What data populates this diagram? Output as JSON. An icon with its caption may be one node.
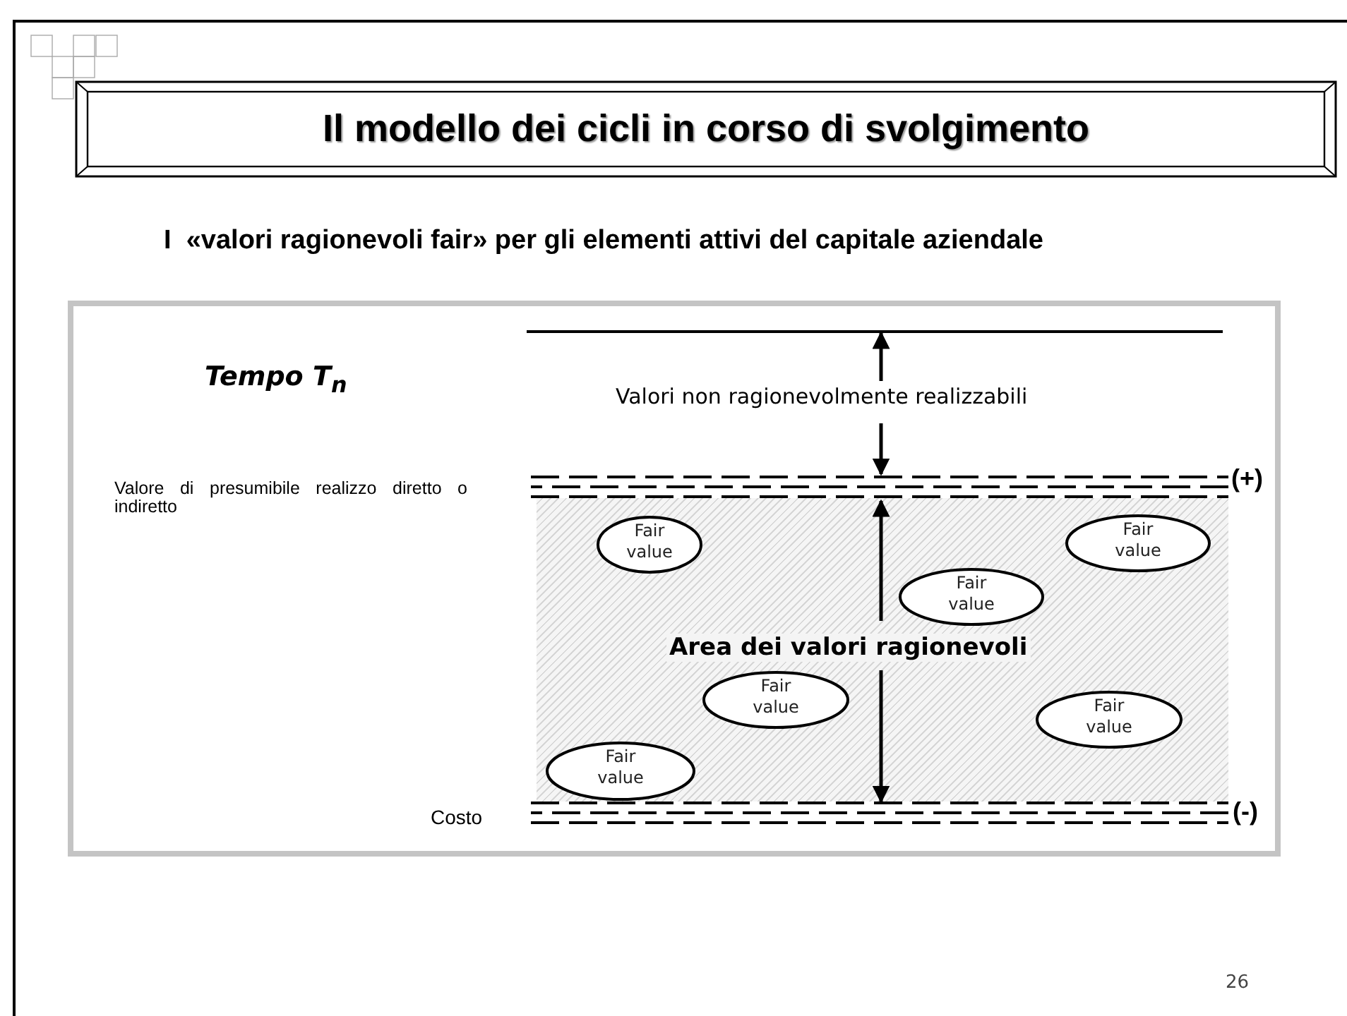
{
  "diagram": {
    "title": "Il modello dei cicli in corso di svolgimento",
    "caption": "I  «valori ragionevoli fair» per gli elementi attivi del capitale aziendale",
    "nodes": [
      {
        "text": [
          "Area dei valori ragionevoli"
        ]
      },
      {
        "text": [
          "Fair value"
        ],
        "in": 0
      },
      {
        "text": [
          "Fair value"
        ],
        "in": 0
      },
      {
        "text": [
          "Fair value"
        ],
        "in": 0
      },
      {
        "text": [
          "Fair value"
        ],
        "in": 0
      },
      {
        "text": [
          "Fair value"
        ],
        "in": 0
      },
      {
        "text": [
          "Fair value"
        ],
        "in": 0
      }
    ],
    "edges": [],
    "labels": [
      "Tempo T$_{n}$",
      "Valori non ragionevolmente realizzabili",
      "Valore di presumibile realizzo diretto o indiretto",
      "(+)",
      "Costo",
      "(-)",
      "26"
    ]
  }
}
